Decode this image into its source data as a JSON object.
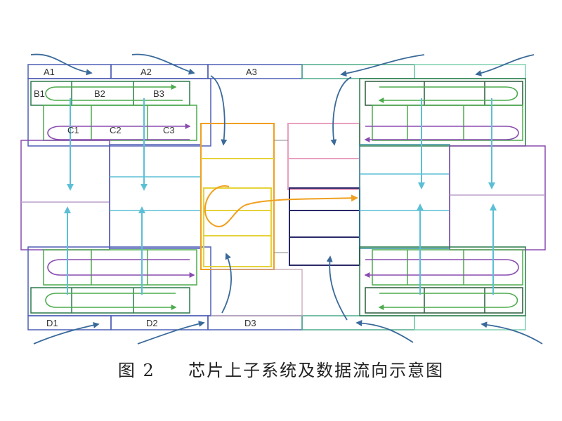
{
  "caption": {
    "figure_number": "图 2",
    "title": "芯片上子系统及数据流向示意图"
  },
  "labels": {
    "row_a": [
      "A1",
      "A2",
      "A3"
    ],
    "row_b": [
      "B1",
      "B2",
      "B3"
    ],
    "row_c": [
      "C1",
      "C2",
      "C3"
    ],
    "row_d": [
      "D1",
      "D2",
      "D3"
    ]
  },
  "colors": {
    "blue_outline": "#4e5fb5",
    "purple": "#8a4bb0",
    "green": "#4cab4c",
    "cyan_arrow": "#5bbfd6",
    "teal": "#2f8e9a",
    "orange": "#f0a020",
    "yellow": "#e6d23a",
    "pink": "#e9a0c0",
    "navy": "#2a2a6a",
    "gray": "#888888"
  }
}
